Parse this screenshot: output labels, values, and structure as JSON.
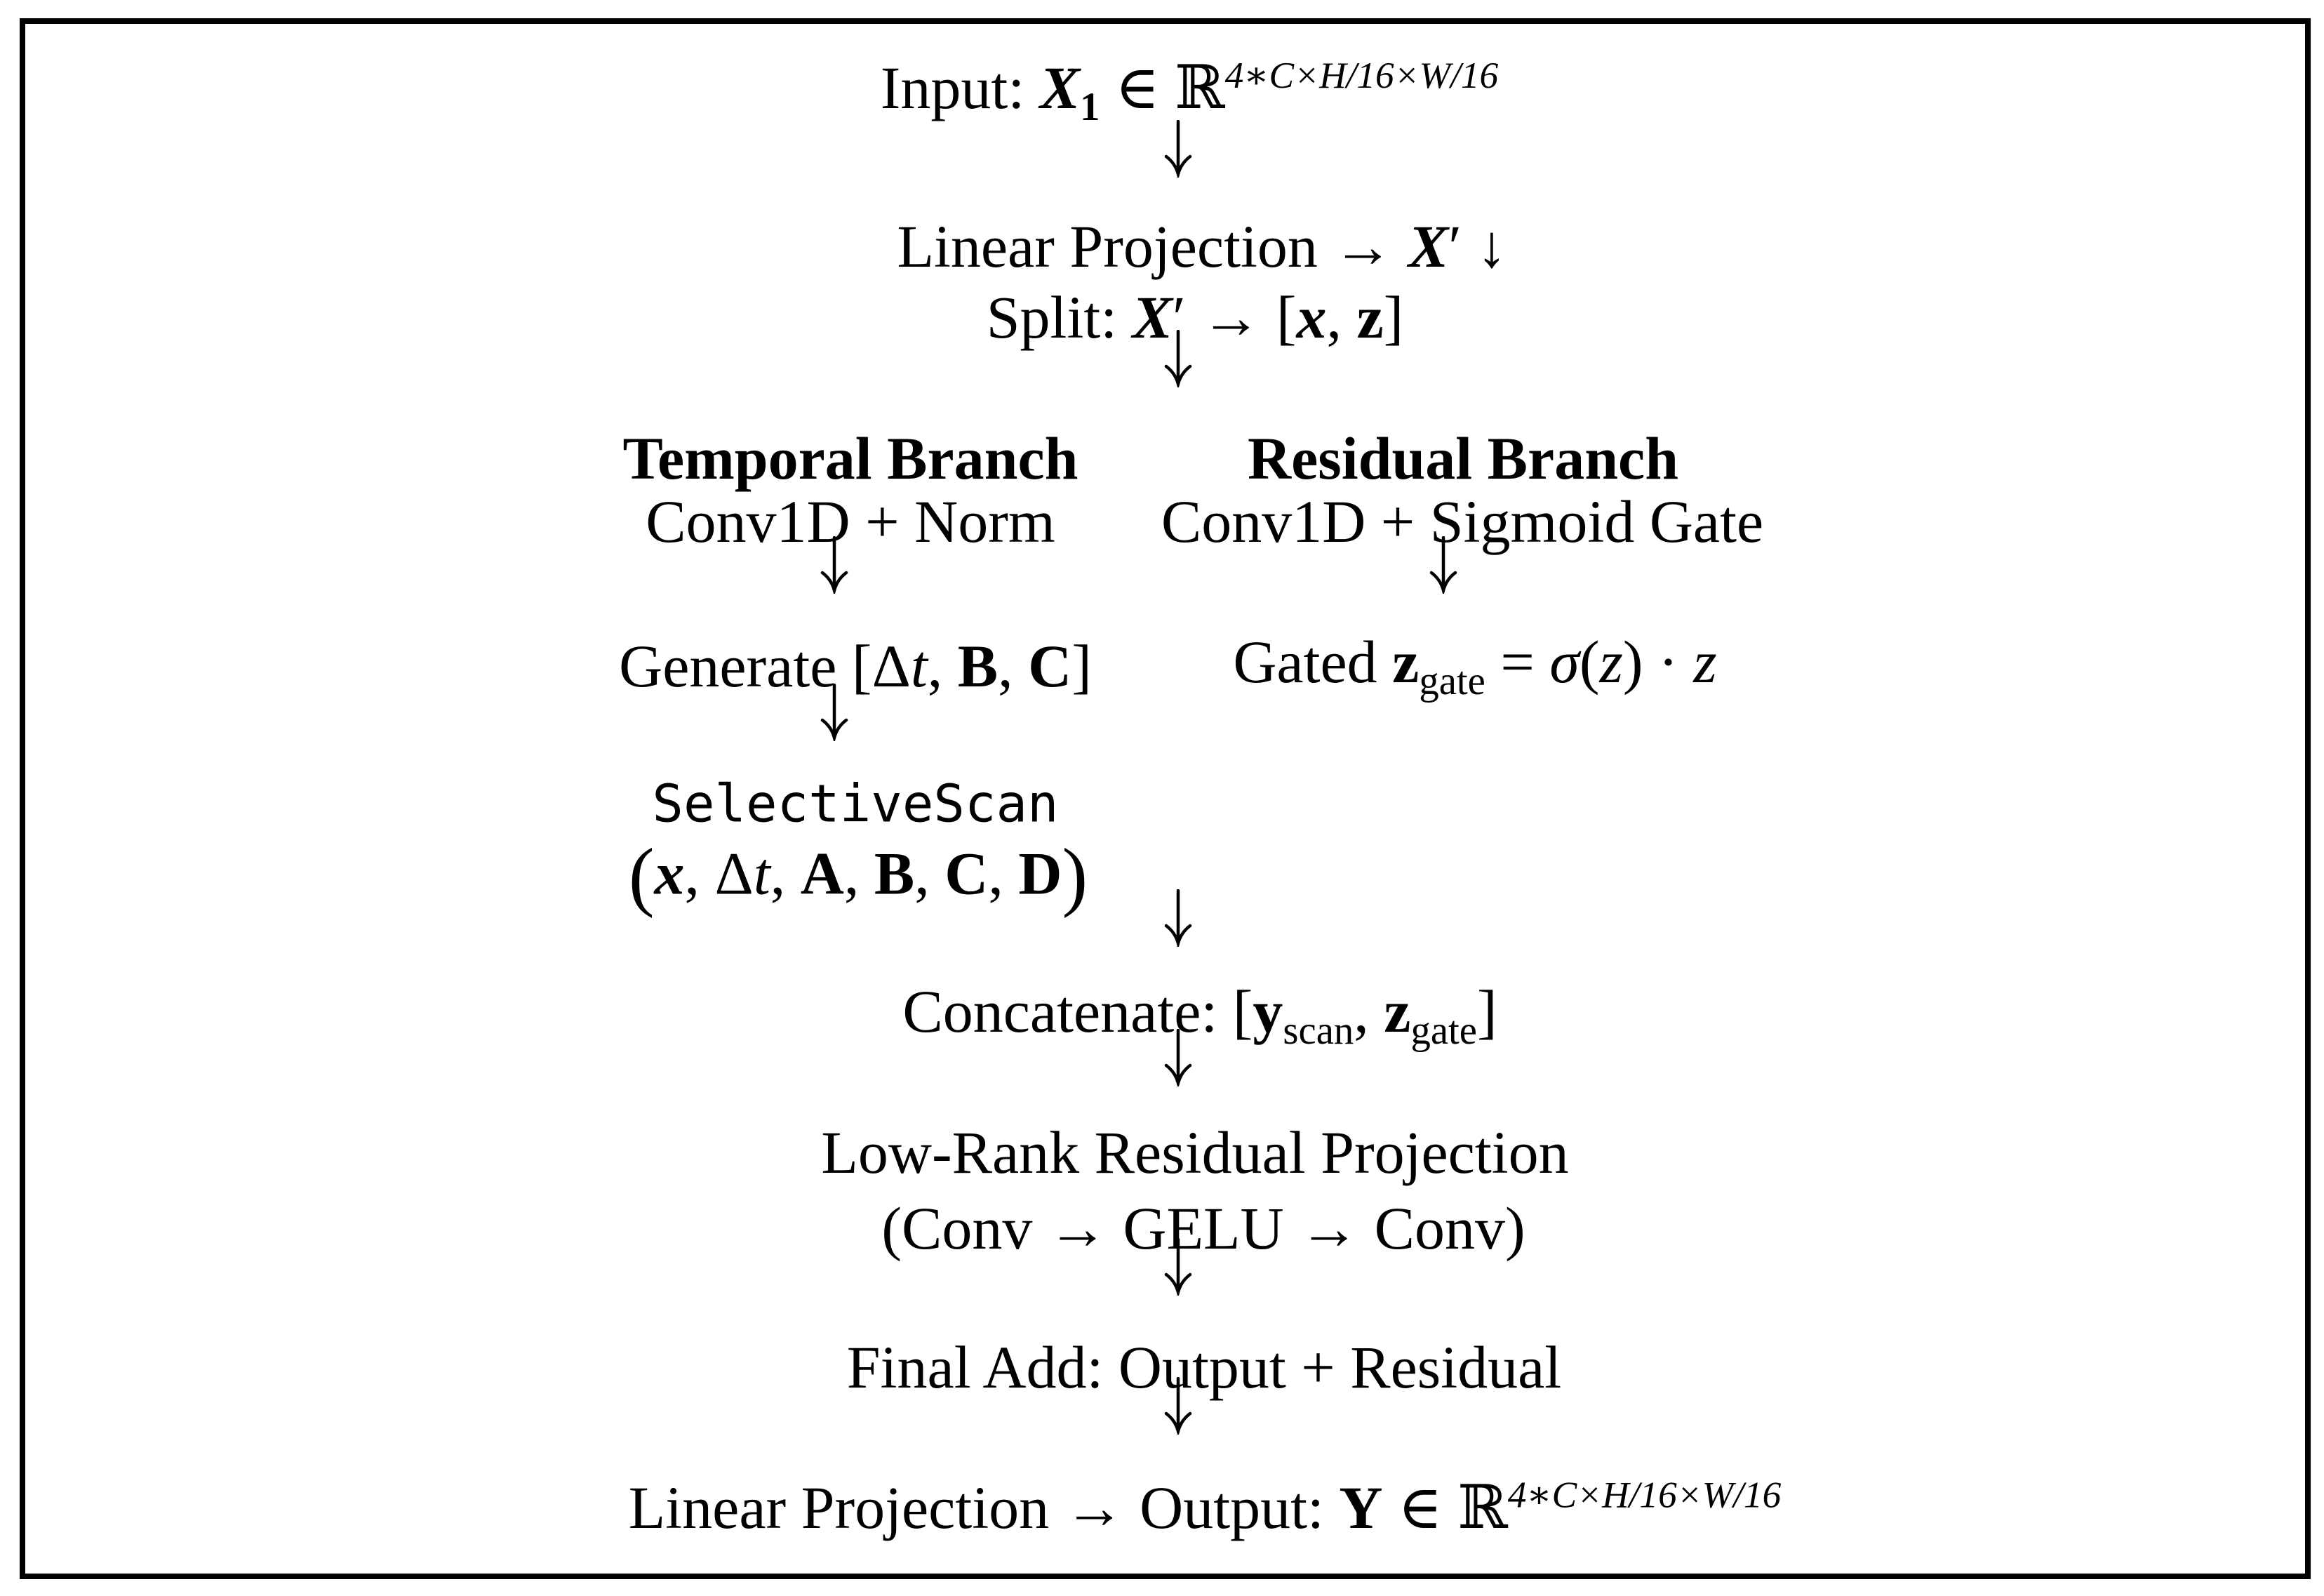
{
  "diagram": {
    "colors": {
      "ink": "#000000",
      "background": "#ffffff"
    },
    "lines": {
      "input": {
        "label": "Input: ",
        "var": "X",
        "var_sub": "1",
        "elem": " ∈ ",
        "set": "ℝ",
        "sup": "4∗C×H/16×W/16"
      },
      "linproj": {
        "text": "Linear Projection ",
        "arrow": "→ ",
        "var": "X",
        "prime": "′",
        "down": " ↓"
      },
      "split": {
        "label": "Split: ",
        "var": "X",
        "prime": "′",
        "map": " → [",
        "x": "x",
        "comma": ", ",
        "z": "z",
        "close": "]"
      },
      "temporal": {
        "header": "Temporal Branch",
        "op": "Conv1D + Norm"
      },
      "residual": {
        "header": "Residual Branch",
        "op": "Conv1D + Sigmoid Gate"
      },
      "generate": {
        "label": "Generate [",
        "delta": "Δ",
        "t": "t",
        "c1": ", ",
        "B": "B",
        "c2": ", ",
        "C": "C",
        "close": "]"
      },
      "gated": {
        "label": "Gated ",
        "z": "z",
        "z_sub": "gate",
        "eq": " = ",
        "sigma": "σ",
        "open": "(",
        "zi": "z",
        "close": ")",
        "dot": " · ",
        "z2": "z"
      },
      "selective_scan": {
        "fn": "SelectiveScan",
        "open": "(",
        "x": "x",
        "c1": ", Δ",
        "t": "t",
        "c2": ", ",
        "A": "A",
        "c3": ", ",
        "B": "B",
        "c4": ", ",
        "C": "C",
        "c5": ", ",
        "D": "D",
        "closep": ")"
      },
      "concat": {
        "label": "Concatenate: [",
        "y": "y",
        "y_sub": "scan",
        "comma": ", ",
        "z": "z",
        "z_sub": "gate",
        "close": "]"
      },
      "lowrank": {
        "line1": "Low-Rank Residual Projection",
        "line2": "(Conv → GELU → Conv)"
      },
      "final_add": {
        "text": "Final Add: Output + Residual"
      },
      "output": {
        "text": "Linear Projection → Output: ",
        "var": "Y",
        "elem": " ∈ ",
        "set": "ℝ",
        "sup": "4∗C×H/16×W/16"
      }
    }
  }
}
